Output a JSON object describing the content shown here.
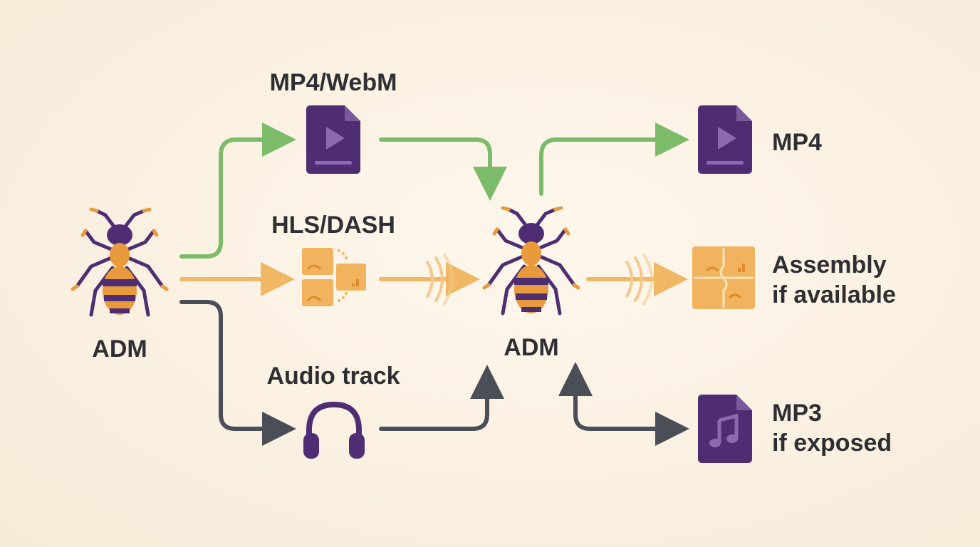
{
  "colors": {
    "green": "#7cbb6a",
    "orange": "#f0b765",
    "dark": "#4a4f57",
    "purple": "#4f2d72",
    "ant_orange": "#e99a3c"
  },
  "source_node": {
    "label": "ADM",
    "icon": "ant-icon"
  },
  "hub_node": {
    "label": "ADM",
    "icon": "ant-icon"
  },
  "inputs": [
    {
      "label": "MP4/WebM",
      "icon": "video-file-icon"
    },
    {
      "label": "HLS/DASH",
      "icon": "segments-icon"
    },
    {
      "label": "Audio track",
      "icon": "headphones-icon"
    }
  ],
  "outputs": [
    {
      "line1": "MP4",
      "icon": "video-file-icon"
    },
    {
      "line1": "Assembly",
      "line2": "if available",
      "icon": "puzzle-icon"
    },
    {
      "line1": "MP3",
      "line2": "if exposed",
      "icon": "music-file-icon"
    }
  ]
}
